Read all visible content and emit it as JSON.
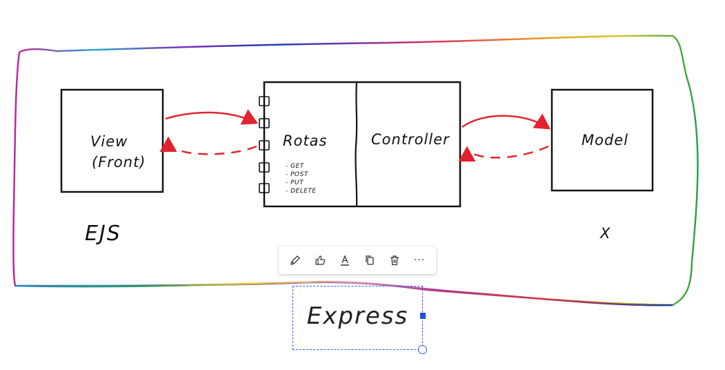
{
  "diagram": {
    "view_label_line1": "View",
    "view_label_line2": "(Front)",
    "rotas_label": "Rotas",
    "rotas_methods": [
      "- GET",
      "- POST",
      "- PUT",
      "- DELETE"
    ],
    "controller_label": "Controller",
    "model_label": "Model",
    "ejs_label": "EJS",
    "x_label": "X",
    "express_label": "Express"
  },
  "toolbar": {
    "buttons": [
      {
        "icon": "pencil-icon"
      },
      {
        "icon": "thumbs-up-icon"
      },
      {
        "icon": "text-format-icon"
      },
      {
        "icon": "copy-icon"
      },
      {
        "icon": "trash-icon"
      },
      {
        "icon": "more-icon",
        "label": "···"
      }
    ]
  },
  "colors": {
    "arrow": "#e0242f",
    "selection": "#2f5be6",
    "ink": "#111111"
  }
}
